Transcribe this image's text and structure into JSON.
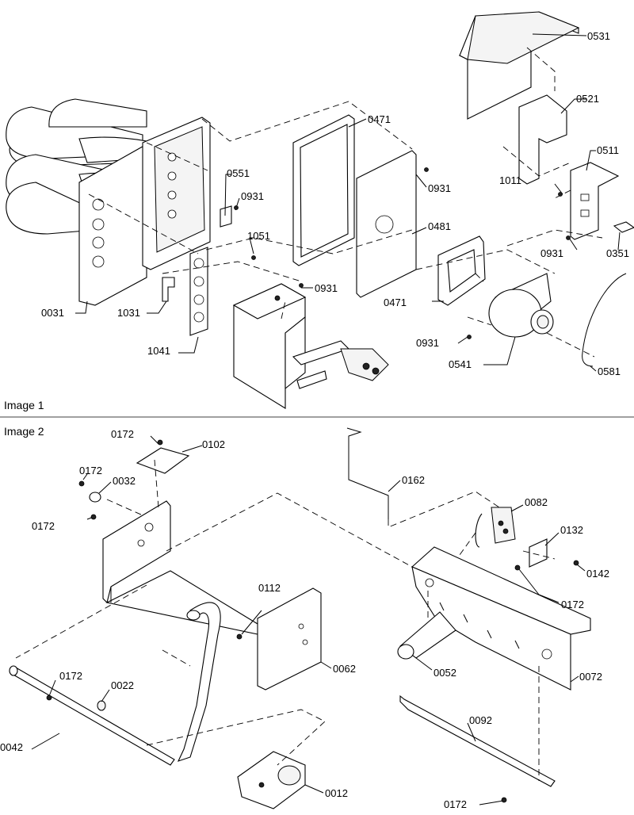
{
  "top_caption": "",
  "sections": [
    {
      "caption": "Image 1",
      "callouts": [
        "0531",
        "0521",
        "0511",
        "1011",
        "0351",
        "0931",
        "0471",
        "0931",
        "0481",
        "0551",
        "0931",
        "1051",
        "0931",
        "0471",
        "0931",
        "0541",
        "0581",
        "0031",
        "1031",
        "1041"
      ]
    },
    {
      "caption": "Image 2",
      "callouts": [
        "0172",
        "0102",
        "0172",
        "0032",
        "0172",
        "0162",
        "0082",
        "0132",
        "0142",
        "0172",
        "0112",
        "0062",
        "0052",
        "0072",
        "0172",
        "0022",
        "0042",
        "0092",
        "0012",
        "0172"
      ]
    }
  ]
}
